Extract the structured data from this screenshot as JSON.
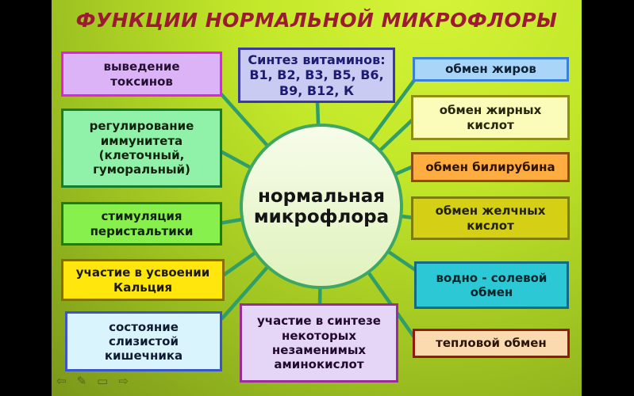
{
  "slide_title": "ФУНКЦИИ НОРМАЛЬНОЙ МИКРОФЛОРЫ",
  "title_color": "#9c1b33",
  "connector_color": "#2f9e68",
  "center_node": {
    "label": "нормальная\nмикрофлора",
    "border_color": "#3fa763",
    "fill_top": "#f7fcea",
    "fill_bottom": "#e0f2bd"
  },
  "boxes": [
    {
      "id": "toxins",
      "label": "выведение\nтоксинов",
      "bg": "#ddb3f8",
      "border": "#e81ee8",
      "fg": "#241032"
    },
    {
      "id": "immunity",
      "label": "регулирование\nиммунитета\n(клеточный,\nгуморальный)",
      "bg": "#90f2a8",
      "border": "#177d2c",
      "fg": "#11220d"
    },
    {
      "id": "peristalsis",
      "label": "стимуляция\nперистальтики",
      "bg": "#87f04d",
      "border": "#1d7a1d",
      "fg": "#11220d"
    },
    {
      "id": "calcium",
      "label": "участие в усвоении\nКальция",
      "bg": "#ffe70d",
      "border": "#8a6c0a",
      "fg": "#1f1a05"
    },
    {
      "id": "mucosa",
      "label": "состояние\nслизистой\nкишечника",
      "bg": "#d9f4fd",
      "border": "#3c55c9",
      "fg": "#101c33"
    },
    {
      "id": "vitamins",
      "label": "Синтез витаминов:\nВ1, В2, В3, В5, В6,\nВ9, В12, К",
      "bg": "#c9cbf3",
      "border": "#3a3aa0",
      "fg": "#1c1c72"
    },
    {
      "id": "fats",
      "label": "обмен жиров",
      "bg": "#a9d6f8",
      "border": "#3b7fd6",
      "fg": "#0e2033"
    },
    {
      "id": "fatty-acids",
      "label": "обмен жирных\nкислот",
      "bg": "#fbfcba",
      "border": "#8f9013",
      "fg": "#26260a"
    },
    {
      "id": "bilirubin",
      "label": "обмен билирубина",
      "bg": "#ffac40",
      "border": "#8d4c10",
      "fg": "#2e1503"
    },
    {
      "id": "bile-acids",
      "label": "обмен желчных\nкислот",
      "bg": "#d5cf16",
      "border": "#7e7e06",
      "fg": "#22220a"
    },
    {
      "id": "water-salt",
      "label": "водно - солевой\nобмен",
      "bg": "#2cc8d6",
      "border": "#0e6d86",
      "fg": "#04262b"
    },
    {
      "id": "heat",
      "label": "тепловой обмен",
      "bg": "#fcdab0",
      "border": "#941a10",
      "fg": "#2b1505"
    },
    {
      "id": "amino",
      "label": "участие в синтезе\nнекоторых\nнезаменимых\nаминокислот",
      "bg": "#e5d5f7",
      "border": "#9b2d9b",
      "fg": "#220a2e"
    }
  ],
  "nav_controls": {
    "glyphs": [
      "⇦",
      "✎",
      "▭",
      "⇨"
    ]
  }
}
